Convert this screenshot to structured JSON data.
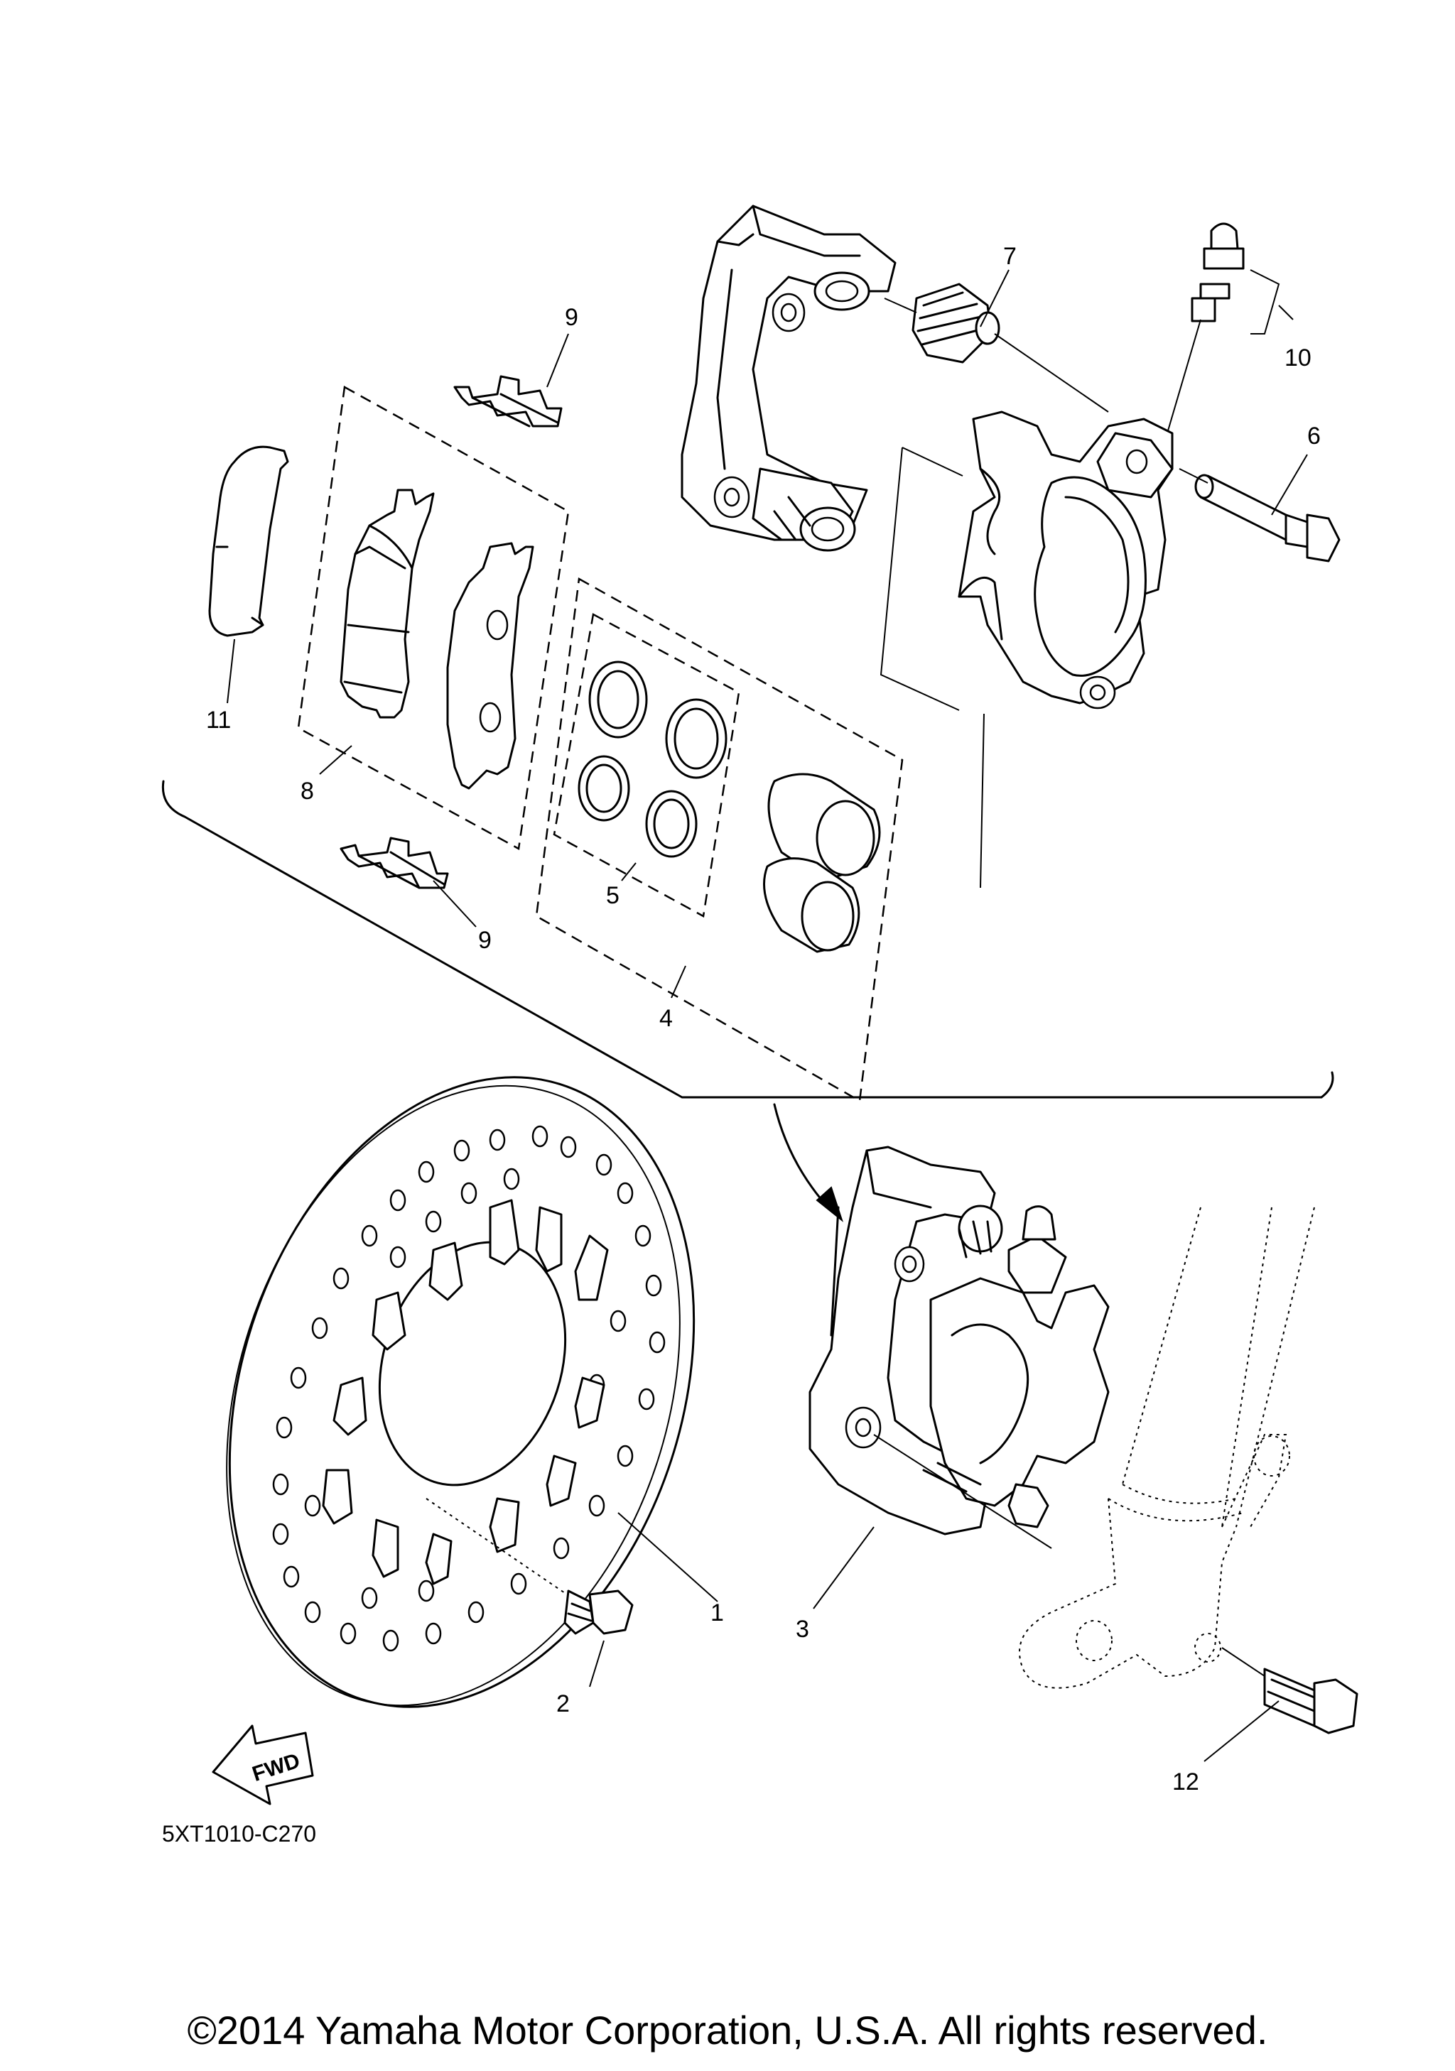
{
  "diagram": {
    "part_labels": [
      "1",
      "2",
      "3",
      "4",
      "5",
      "6",
      "7",
      "8",
      "9",
      "9",
      "10",
      "11",
      "12"
    ],
    "forward_marker": "FWD",
    "diagram_code": "5XT1010-C270",
    "copyright": "©2014 Yamaha Motor Corporation, U.S.A. All rights reserved."
  }
}
